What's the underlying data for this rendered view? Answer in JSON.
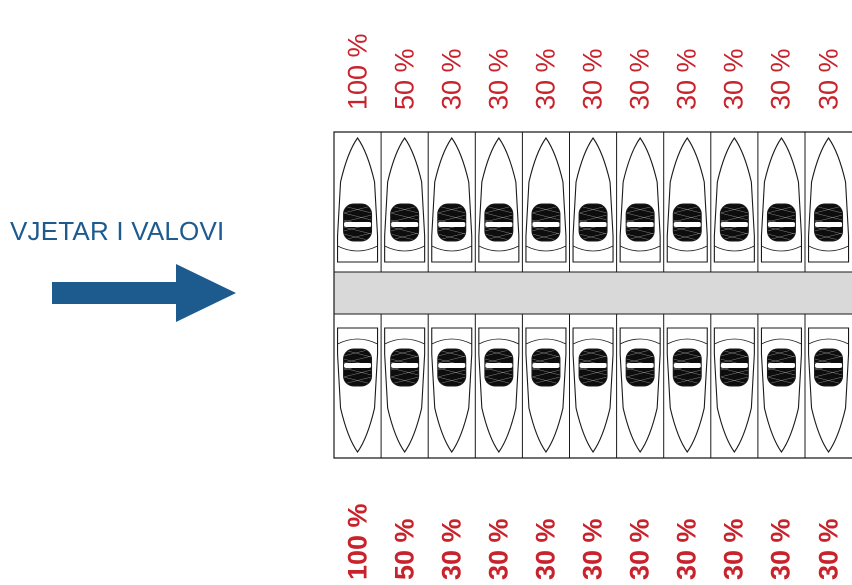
{
  "wind": {
    "label": "VJETAR I VALOVI"
  },
  "colors": {
    "wind": "#1d5a8e",
    "percent": "#c8232c",
    "pontoon": "#d9d9d9",
    "outline": "#1a1a1a",
    "windshield": "#0d0d0d"
  },
  "icons": {
    "boat": "boat-icon",
    "arrow": "arrow-right-icon"
  },
  "top_row": {
    "percentages": [
      "100 %",
      "50 %",
      "30 %",
      "30 %",
      "30 %",
      "30 %",
      "30 %",
      "30 %",
      "30 %",
      "30 %",
      "30 %"
    ]
  },
  "bottom_row": {
    "percentages": [
      "100 %",
      "50 %",
      "30 %",
      "30 %",
      "30 %",
      "30 %",
      "30 %",
      "30 %",
      "30 %",
      "30 %",
      "30 %"
    ]
  }
}
